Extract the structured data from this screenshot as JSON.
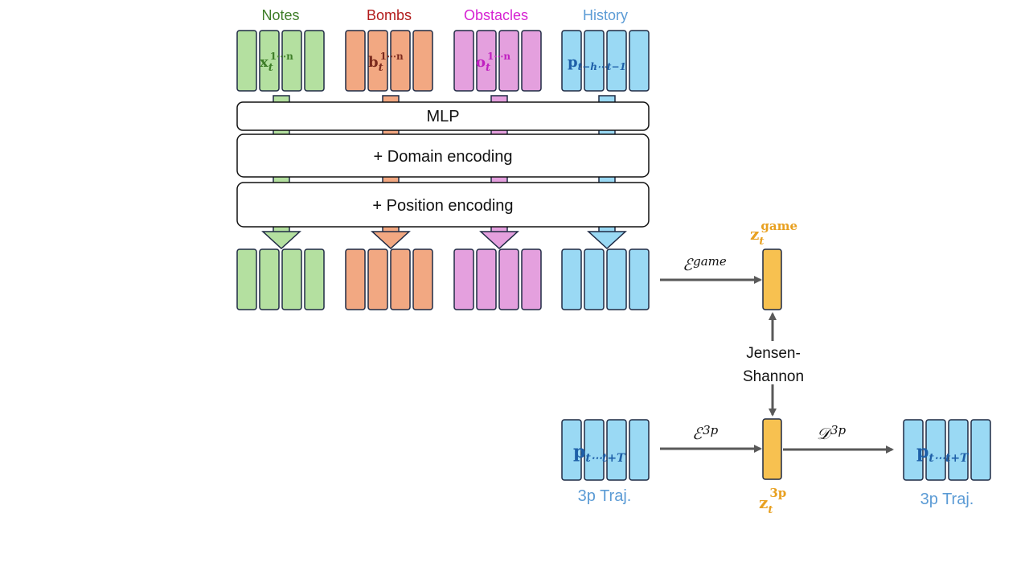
{
  "colors": {
    "notes_fill": "#b4e0a0",
    "notes_text": "#3e7d28",
    "bombs_fill": "#f2a882",
    "bombs_text": "#b21b1b",
    "obstacles_fill": "#e4a0de",
    "obstacles_text": "#d622d2",
    "obstacles_math": "#c020c0",
    "history_fill": "#9ad9f4",
    "history_text": "#5b9bd5",
    "history_math": "#1e5fa8",
    "latent_fill": "#f7c150",
    "latent_text": "#e8a020",
    "stroke": "#1f2a44",
    "arrow": "#595959"
  },
  "groups": {
    "notes": {
      "title": "Notes",
      "symbol": "x",
      "sub": "t",
      "sup": "1⋯n"
    },
    "bombs": {
      "title": "Bombs",
      "symbol": "b",
      "sub": "t",
      "sup": "1⋯n"
    },
    "obstacles": {
      "title": "Obstacles",
      "symbol": "o",
      "sub": "t",
      "sup": "1⋯n"
    },
    "history": {
      "title": "History",
      "symbol": "p",
      "sub": "t−h⋯t−1"
    }
  },
  "layers": {
    "mlp": "MLP",
    "domain": "+ Domain encoding",
    "position": "+ Position encoding"
  },
  "game": {
    "encoder": "ℰ",
    "encoder_sup": "game",
    "latent": "z",
    "latent_sub": "t",
    "latent_sup": "game"
  },
  "traj": {
    "input_symbol": "p",
    "input_sub": "t⋯t+T",
    "input_label": "3p Traj.",
    "encoder": "ℰ",
    "encoder_sup": "3p",
    "latent": "z",
    "latent_sub": "t",
    "latent_sup": "3p",
    "decoder": "𝒟",
    "decoder_sup": "3p",
    "output_symbol": "p",
    "output_sub": "t⋯t+T",
    "output_label": "3p Traj."
  },
  "divergence": {
    "line1": "Jensen-",
    "line2": "Shannon"
  }
}
